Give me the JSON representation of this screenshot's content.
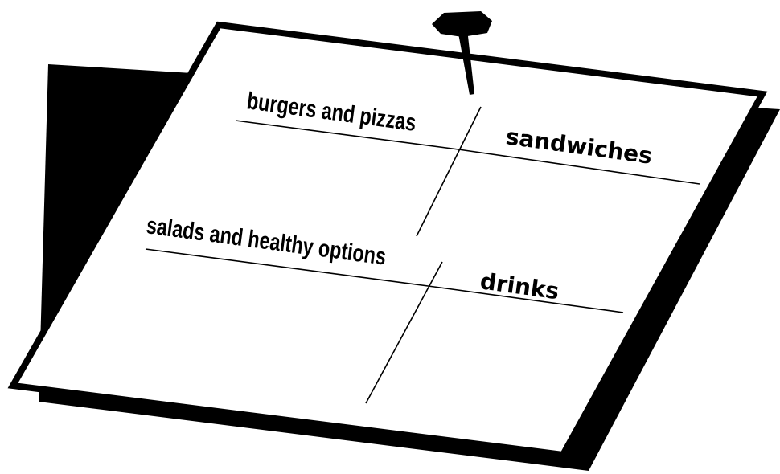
{
  "note": {
    "paper_color": "#ffffff",
    "shadow_color": "#000000",
    "outline_color": "#000000",
    "pin_color": "#000000",
    "pin_icon": "push-pin-icon",
    "categories": [
      "burgers and pizzas",
      "sandwiches",
      "salads and healthy options",
      "drinks"
    ]
  }
}
